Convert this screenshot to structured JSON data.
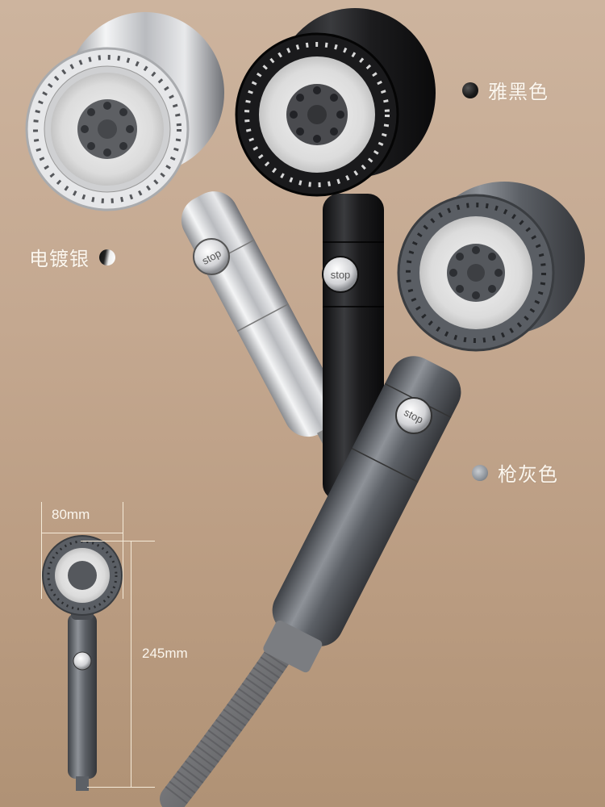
{
  "labels": {
    "black": "雅黑色",
    "silver": "电镀银",
    "gunmetal": "枪灰色"
  },
  "button_text": "stop",
  "dimensions": {
    "width": "80mm",
    "height": "245mm"
  },
  "colors": {
    "background_top": "#cdb49e",
    "background_bottom": "#b09275",
    "label_text": "#fbf6ee",
    "black_finish": "#1c1c1e",
    "silver_finish": "#d9dadc",
    "gunmetal_finish": "#5c6066"
  }
}
